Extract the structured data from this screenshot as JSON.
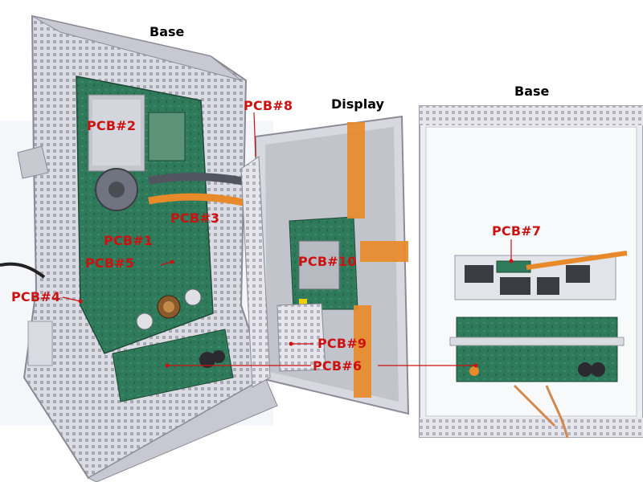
{
  "labels": {
    "base_left": "Base",
    "display": "Display",
    "base_right": "Base",
    "pcb1": "PCB#1",
    "pcb2": "PCB#2",
    "pcb3": "PCB#3",
    "pcb4": "PCB#4",
    "pcb5": "PCB#5",
    "pcb6": "PCB#6",
    "pcb7": "PCB#7",
    "pcb8": "PCB#8",
    "pcb9": "PCB#9",
    "pcb10": "PCB#10"
  },
  "colors": {
    "label_red": "#cc1111",
    "label_black": "#000000",
    "chassis": "#d6d6de",
    "pcb_green": "#2f7a5a",
    "flex_cable": "#e88a2a"
  }
}
